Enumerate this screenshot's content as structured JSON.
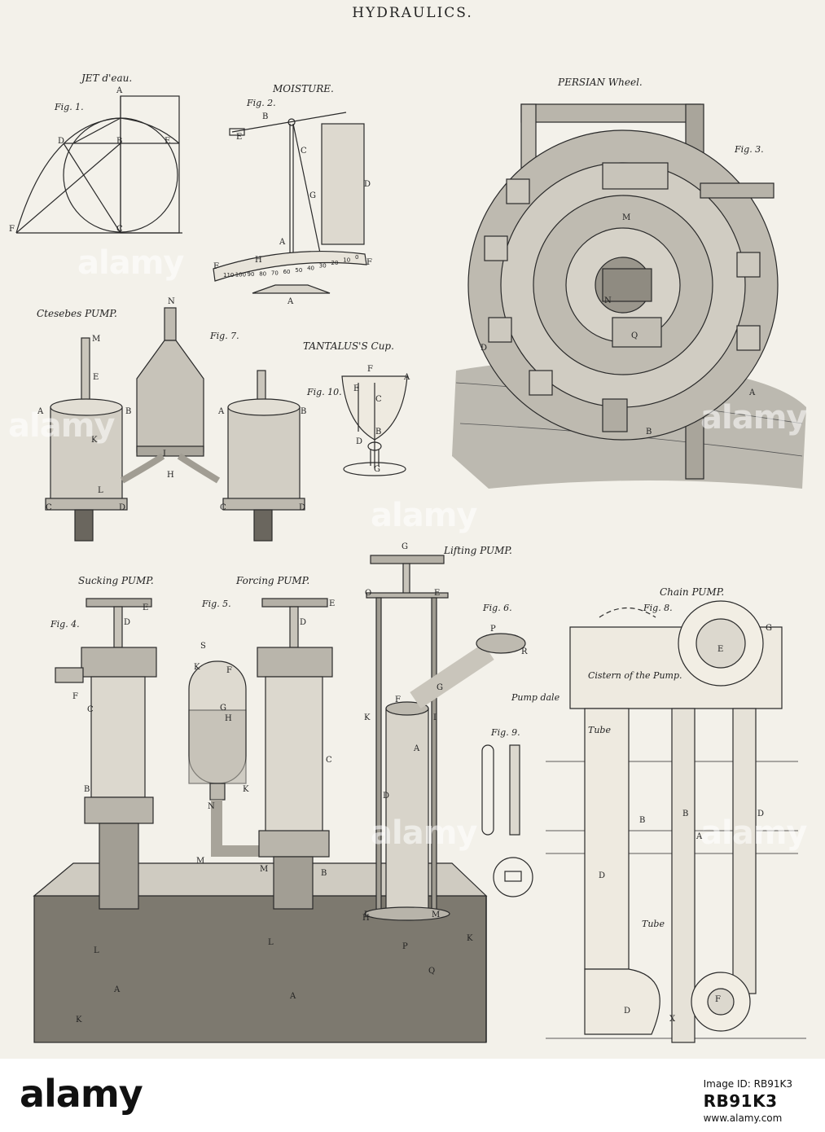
{
  "plate": {
    "title": "HYDRAULICS.",
    "captions": {
      "jet": "JET d'eau.",
      "moisture": "MOISTURE.",
      "persian": "PERSIAN Wheel.",
      "ctesebes": "Ctesebes PUMP.",
      "tantalus": "TANTALUS'S Cup.",
      "lifting": "Lifting PUMP.",
      "sucking": "Sucking PUMP.",
      "forcing": "Forcing PUMP.",
      "chain": "Chain PUMP.",
      "cistern": "Cistern of the Pump.",
      "pumpdale": "Pump dale",
      "tube1": "Tube",
      "tube2": "Tube"
    },
    "figures": {
      "fig1": "Fig. 1.",
      "fig2": "Fig. 2.",
      "fig3": "Fig. 3.",
      "fig4": "Fig. 4.",
      "fig5": "Fig. 5.",
      "fig6": "Fig. 6.",
      "fig7": "Fig. 7.",
      "fig8": "Fig. 8.",
      "fig9": "Fig. 9.",
      "fig10": "Fig. 10."
    },
    "scale_numbers": [
      "110",
      "100",
      "90",
      "80",
      "70",
      "60",
      "50",
      "40",
      "30",
      "20",
      "10",
      "0"
    ]
  },
  "watermark": {
    "text": "alamy"
  },
  "footer": {
    "brand": "alamy",
    "line": "Image ID: RB91K3",
    "code": "RB91K3",
    "url": "www.alamy.com"
  }
}
